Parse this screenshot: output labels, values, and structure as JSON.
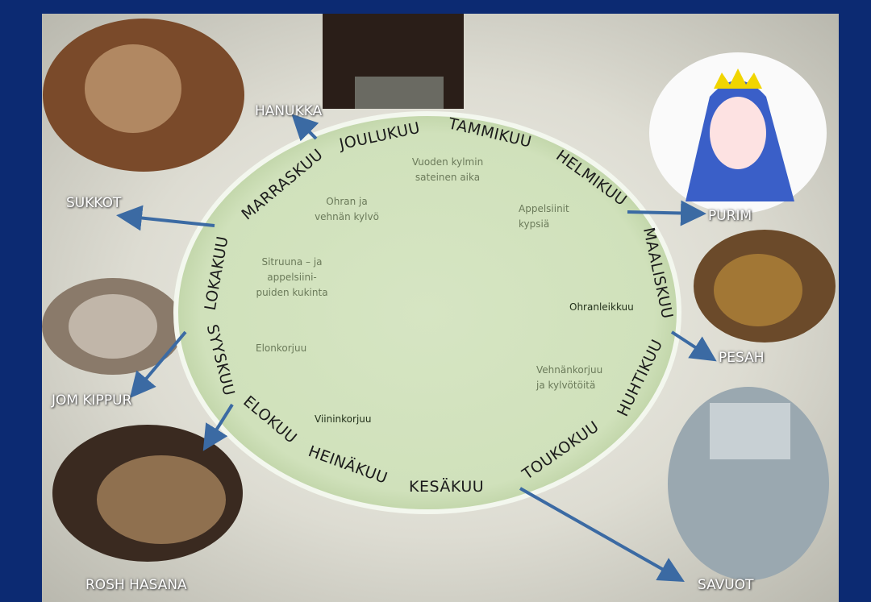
{
  "months": [
    {
      "id": "joulukuu",
      "label": "JOULUKUU"
    },
    {
      "id": "tammikuu",
      "label": "TAMMIKUU"
    },
    {
      "id": "helmikuu",
      "label": "HELMIKUU"
    },
    {
      "id": "maaliskuu",
      "label": "MAALISKUU"
    },
    {
      "id": "huhtikuu",
      "label": "HUHTIKUU"
    },
    {
      "id": "toukokuu",
      "label": "TOUKOKUU"
    },
    {
      "id": "kesakuu",
      "label": "KESÄKUU"
    },
    {
      "id": "heinakuu",
      "label": "HEINÄKUU"
    },
    {
      "id": "elokuu",
      "label": "ELOKUU"
    },
    {
      "id": "syyskuu",
      "label": "SYYSKUU"
    },
    {
      "id": "lokakuu",
      "label": "LOKAKUU"
    },
    {
      "id": "marraskuu",
      "label": "MARRASKUU"
    }
  ],
  "notes": {
    "cold_rain": "Vuoden kylmin\nsateinen aika",
    "sowing": "Ohran ja\nvehnän kylvö",
    "oranges_ripe": "Appelsiinit\nkypsiä",
    "blossom": "Sitruuna – ja\nappelsiini-\npuiden kukinta",
    "barley_harvest": "Ohranleikkuu",
    "harvest": "Elonkorjuu",
    "wheat_harvest": "Vehnänkorjuu\nja kylvötöitä",
    "grape_harvest": "Viininkorjuu"
  },
  "holidays": {
    "hanukka": "HANUKKA",
    "sukkot": "SUKKOT",
    "purim": "PURIM",
    "pesah": "PESAH",
    "jom_kippur": "JOM KIPPUR",
    "rosh_hasana": "ROSH HASANA",
    "savuot": "SAVUOT"
  },
  "colors": {
    "background": "#0c2a72",
    "ellipse": "#d3e3bf",
    "arrow": "#3b6aa3"
  }
}
